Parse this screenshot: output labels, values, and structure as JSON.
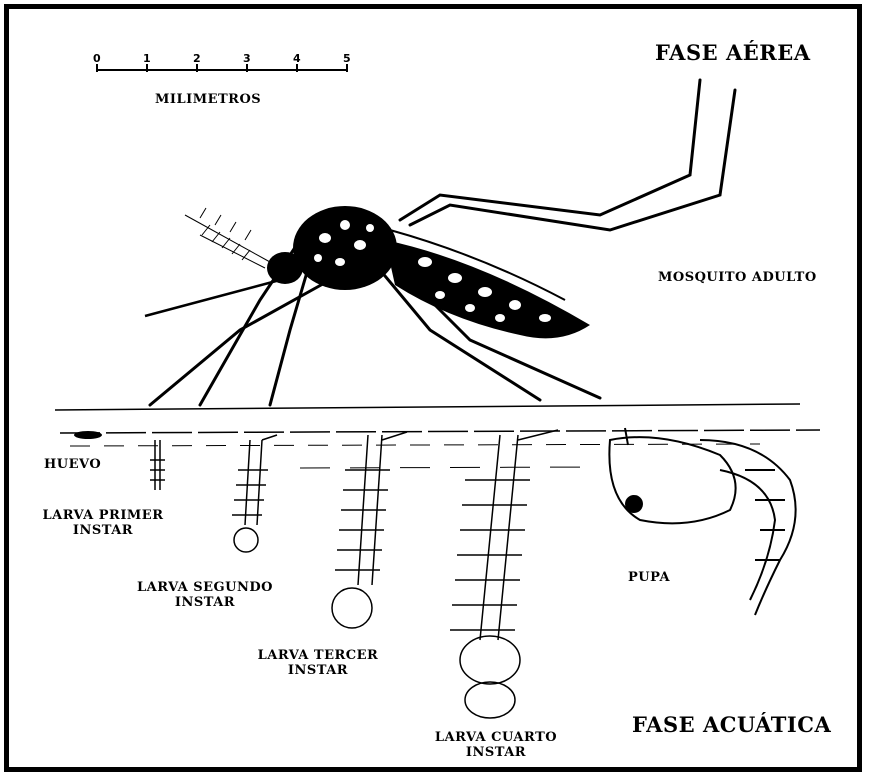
{
  "phases": {
    "aerial": "FASE AÉREA",
    "aquatic": "FASE ACUÁTICA"
  },
  "scale": {
    "ticks": [
      "0",
      "1",
      "2",
      "3",
      "4",
      "5"
    ],
    "unit_label": "MILIMETROS"
  },
  "stages": {
    "adult": "MOSQUITO ADULTO",
    "egg": "HUEVO",
    "larva1_line1": "LARVA PRIMER",
    "larva1_line2": "INSTAR",
    "larva2_line1": "LARVA SEGUNDO",
    "larva2_line2": "INSTAR",
    "larva3_line1": "LARVA TERCER",
    "larva3_line2": "INSTAR",
    "larva4_line1": "LARVA CUARTO",
    "larva4_line2": "INSTAR",
    "pupa": "PUPA"
  }
}
